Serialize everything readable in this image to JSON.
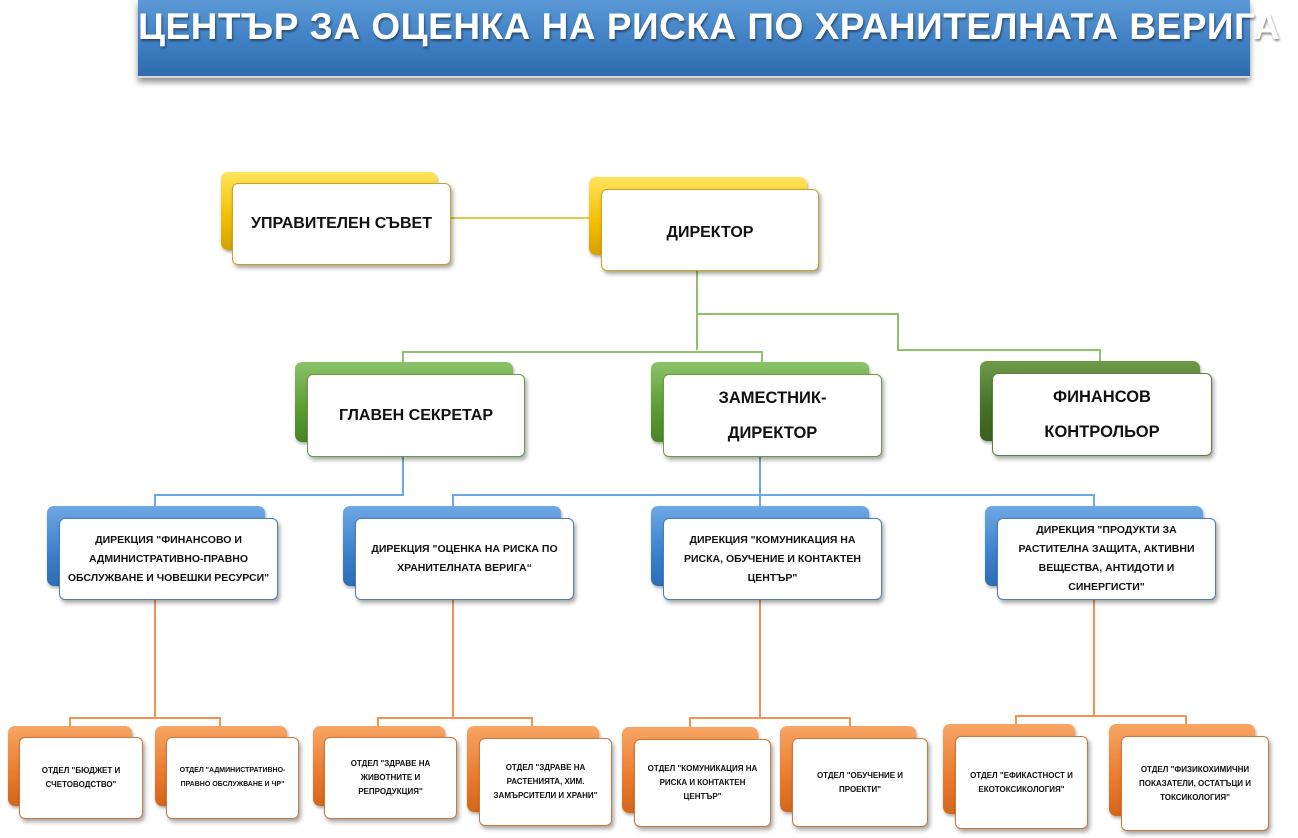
{
  "title": "ЦЕНТЪР ЗА ОЦЕНКА НА РИСКА ПО ХРАНИТЕЛНАТА ВЕРИГА",
  "colors": {
    "banner": "#3f7fc3",
    "level1": "#f2bd00",
    "level2": "#5a9a32",
    "level2_alt": "#456f26",
    "level3": "#3b80cd",
    "level4": "#ea7a2c",
    "line_gold": "#e8c84a",
    "line_green": "#8cc36a",
    "line_blue": "#6ea8e3",
    "line_orange": "#f29450"
  },
  "top": {
    "board": "УПРАВИТЕЛЕН СЪВЕТ",
    "director": "ДИРЕКТОР"
  },
  "level2": {
    "secretary": "ГЛАВЕН СЕКРЕТАР",
    "deputy": "ЗАМЕСТНИК-ДИРЕКТОР",
    "controller": "ФИНАНСОВ КОНТРОЛЬОР"
  },
  "directorates": [
    {
      "label": "ДИРЕКЦИЯ \"ФИНАНСОВО И АДМИНИСТРАТИВНО-ПРАВНО ОБСЛУЖВАНЕ И ЧОВЕШКИ РЕСУРСИ\"",
      "departments": [
        "ОТДЕЛ \"БЮДЖЕТ И СЧЕТОВОДСТВО\"",
        "ОТДЕЛ \"АДМИНИСТРАТИВНО-ПРАВНО ОБСЛУЖВАНЕ И ЧР\""
      ]
    },
    {
      "label": "ДИРЕКЦИЯ \"ОЦЕНКА НА РИСКА ПО ХРАНИТЕЛНАТА ВЕРИГА“",
      "departments": [
        "ОТДЕЛ \"ЗДРАВЕ НА ЖИВОТНИТЕ И РЕПРОДУКЦИЯ\"",
        "ОТДЕЛ \"ЗДРАВЕ НА РАСТЕНИЯТА, ХИМ. ЗАМЪРСИТЕЛИ И ХРАНИ\""
      ]
    },
    {
      "label": "ДИРЕКЦИЯ \"КОМУНИКАЦИЯ НА РИСКА, ОБУЧЕНИЕ И КОНТАКТЕН ЦЕНТЪР\"",
      "departments": [
        "ОТДЕЛ \"КОМУНИКАЦИЯ НА РИСКА И КОНТАКТЕН ЦЕНТЪР\"",
        "ОТДЕЛ \"ОБУЧЕНИЕ И ПРОЕКТИ\""
      ]
    },
    {
      "label": "ДИРЕКЦИЯ \"ПРОДУКТИ ЗА РАСТИТЕЛНА ЗАЩИТА, АКТИВНИ ВЕЩЕСТВА, АНТИДОТИ И СИНЕРГИСТИ\"",
      "departments": [
        "ОТДЕЛ \"ЕФИКАСТНОСТ И ЕКОТОКСИКОЛОГИЯ\"",
        "ОТДЕЛ \"ФИЗИКОХИМИЧНИ ПОКАЗАТЕЛИ, ОСТАТЪЦИ И ТОКСИКОЛОГИЯ\""
      ]
    }
  ]
}
